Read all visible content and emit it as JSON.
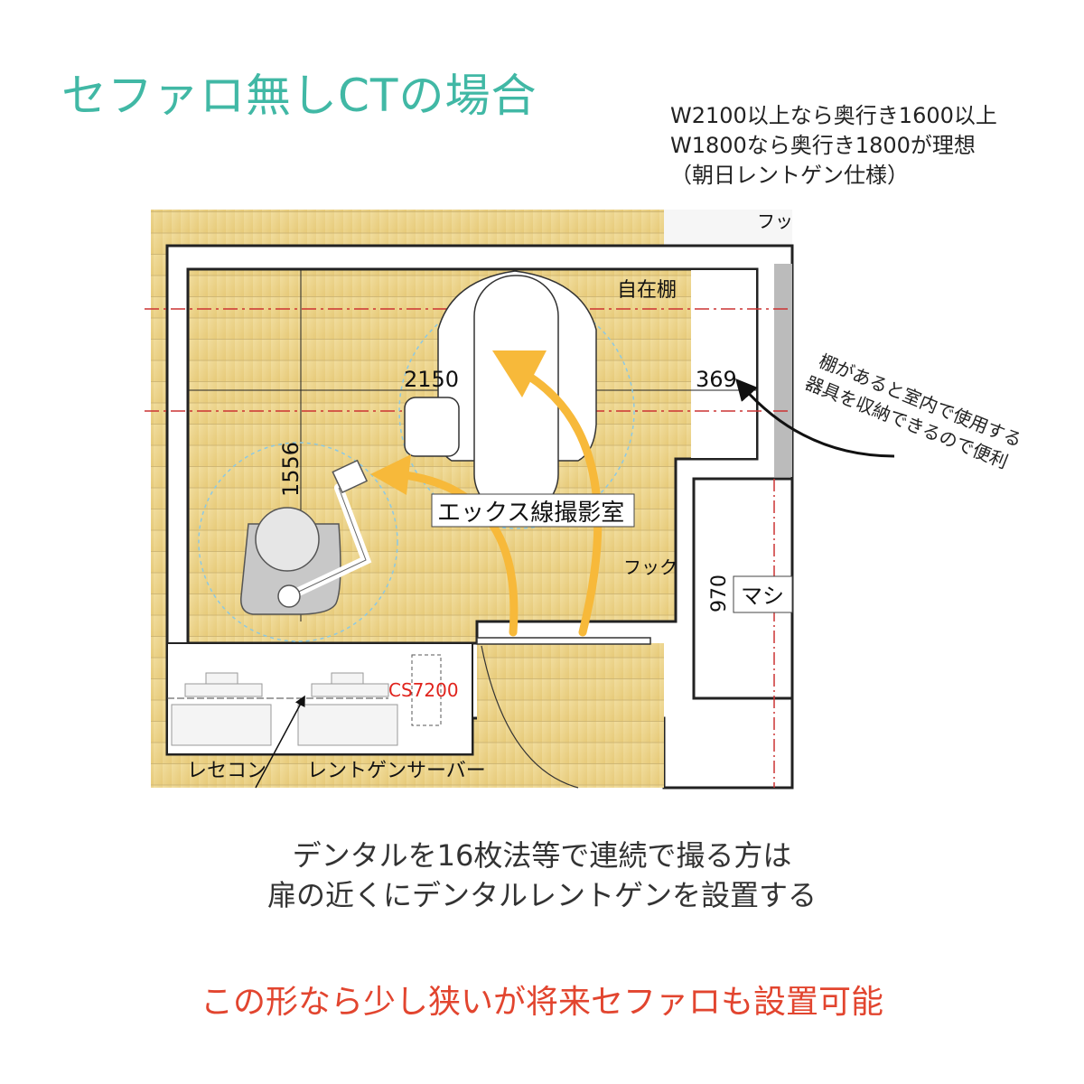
{
  "title": "セファロ無しCTの場合",
  "note_top": [
    "W2100以上なら奥行き1600以上",
    "W1800なら奥行き1800が理想",
    "（朝日レントゲン仕様）"
  ],
  "plan": {
    "room_label": "エックス線撮影室",
    "shelf_label": "自在棚",
    "hook_label": "フック",
    "hook_label_top": "フッ",
    "machine_label": "マシ",
    "dim_width": "2150",
    "dim_depth": "1556",
    "dim_shelf": "369",
    "dim_right": "970",
    "device_label": "CS7200",
    "desk_left_label": "レセコン",
    "desk_right_label": "レントゲンサーバー"
  },
  "annotation_shelf": [
    "棚があると室内で使用する",
    "器具を収納できるので便利"
  ],
  "caption": [
    "デンタルを16枚法等で連続で撮る方は",
    "扉の近くにデンタルレントゲンを設置する"
  ],
  "red_note": "この形なら少し狭いが将来セファロも設置可能",
  "colors": {
    "title": "#41b8a5",
    "red": "#e2452f",
    "arrow": "#f7b93a",
    "floor": "#efd890"
  }
}
